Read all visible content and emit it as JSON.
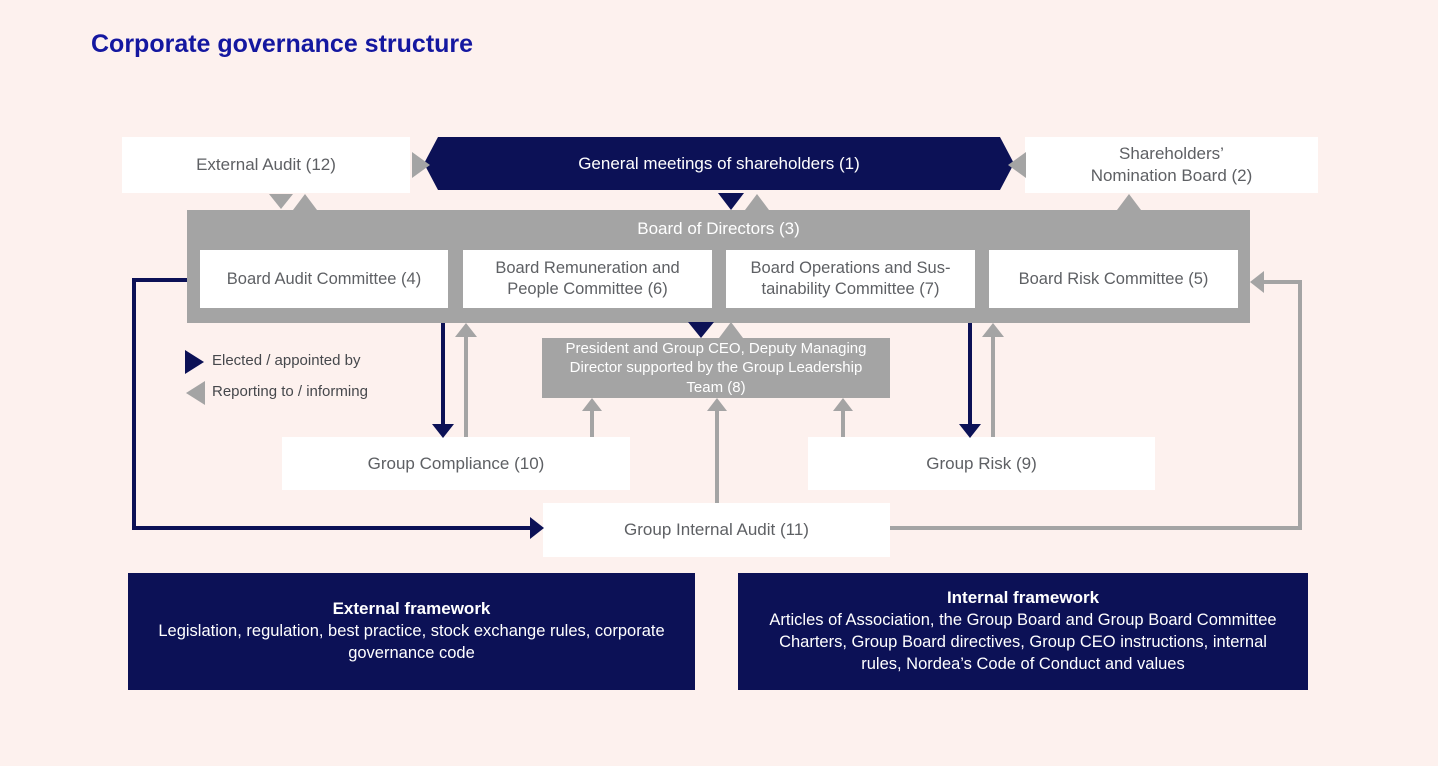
{
  "title": "Corporate governance structure",
  "top_row": {
    "external_audit": "External Audit (12)",
    "general_meetings": "General meetings of shareholders (1)",
    "nomination_board": "Shareholders’\nNomination Board (2)"
  },
  "board": {
    "title": "Board of Directors (3)",
    "committees": [
      "Board Audit Committee (4)",
      "Board Remuneration and\nPeople Committee (6)",
      "Board Operations and Sus-\ntainability Committee (7)",
      "Board Risk Committee (5)"
    ]
  },
  "legend": {
    "elected": "Elected / appointed by",
    "reporting": "Reporting to / informing"
  },
  "executive": {
    "ceo": "President and Group CEO, Deputy Managing\nDirector supported by the Group Leadership\nTeam (8)"
  },
  "functions": {
    "group_compliance": "Group Compliance (10)",
    "group_risk": "Group Risk (9)",
    "group_internal_audit": "Group Internal Audit (11)"
  },
  "frameworks": {
    "external": {
      "title": "External framework",
      "body": "Legislation, regulation, best practice, stock exchange rules, corporate\ngovernance code"
    },
    "internal": {
      "title": "Internal framework",
      "body": "Articles of Association, the Group Board and Group Board Committee\nCharters, Group Board directives, Group CEO instructions, internal\nrules, Nordea’s Code of Conduct and values"
    }
  },
  "colors": {
    "navy": "#0c1156",
    "gray": "#a4a4a4",
    "background": "#fdf1ee",
    "title_blue": "#1417a0",
    "text_gray": "#5e6064"
  }
}
